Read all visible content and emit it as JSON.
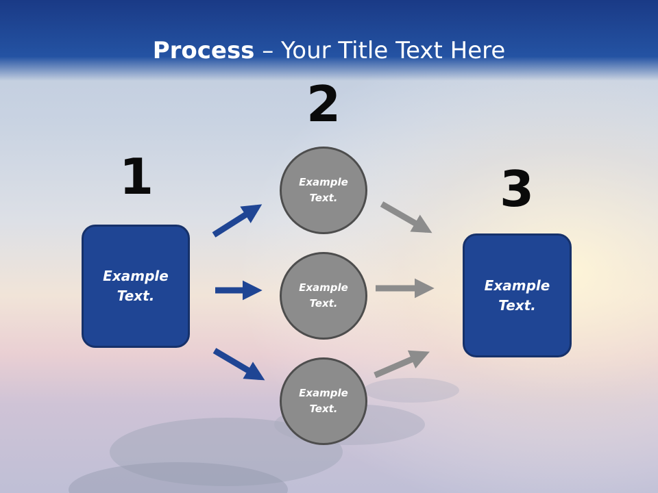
{
  "title": {
    "bold": "Process",
    "rest": " – Your Title Text Here"
  },
  "steps": [
    {
      "number": "1",
      "text": "Example\nText."
    },
    {
      "number": "2",
      "text": "Example\nText."
    },
    {
      "number": "3",
      "text": "Example\nText."
    }
  ],
  "circles": [
    {
      "text": "Example\nText."
    },
    {
      "text": "Example\nText."
    },
    {
      "text": "Example\nText."
    }
  ],
  "colors": {
    "title_bar": "#2453a3",
    "box": "#1f4594",
    "box_border": "#16316a",
    "circle": "#8c8c8c",
    "circle_border": "#4d4d4d",
    "arrow_blue": "#1f4594",
    "arrow_gray": "#8c8c8c"
  }
}
